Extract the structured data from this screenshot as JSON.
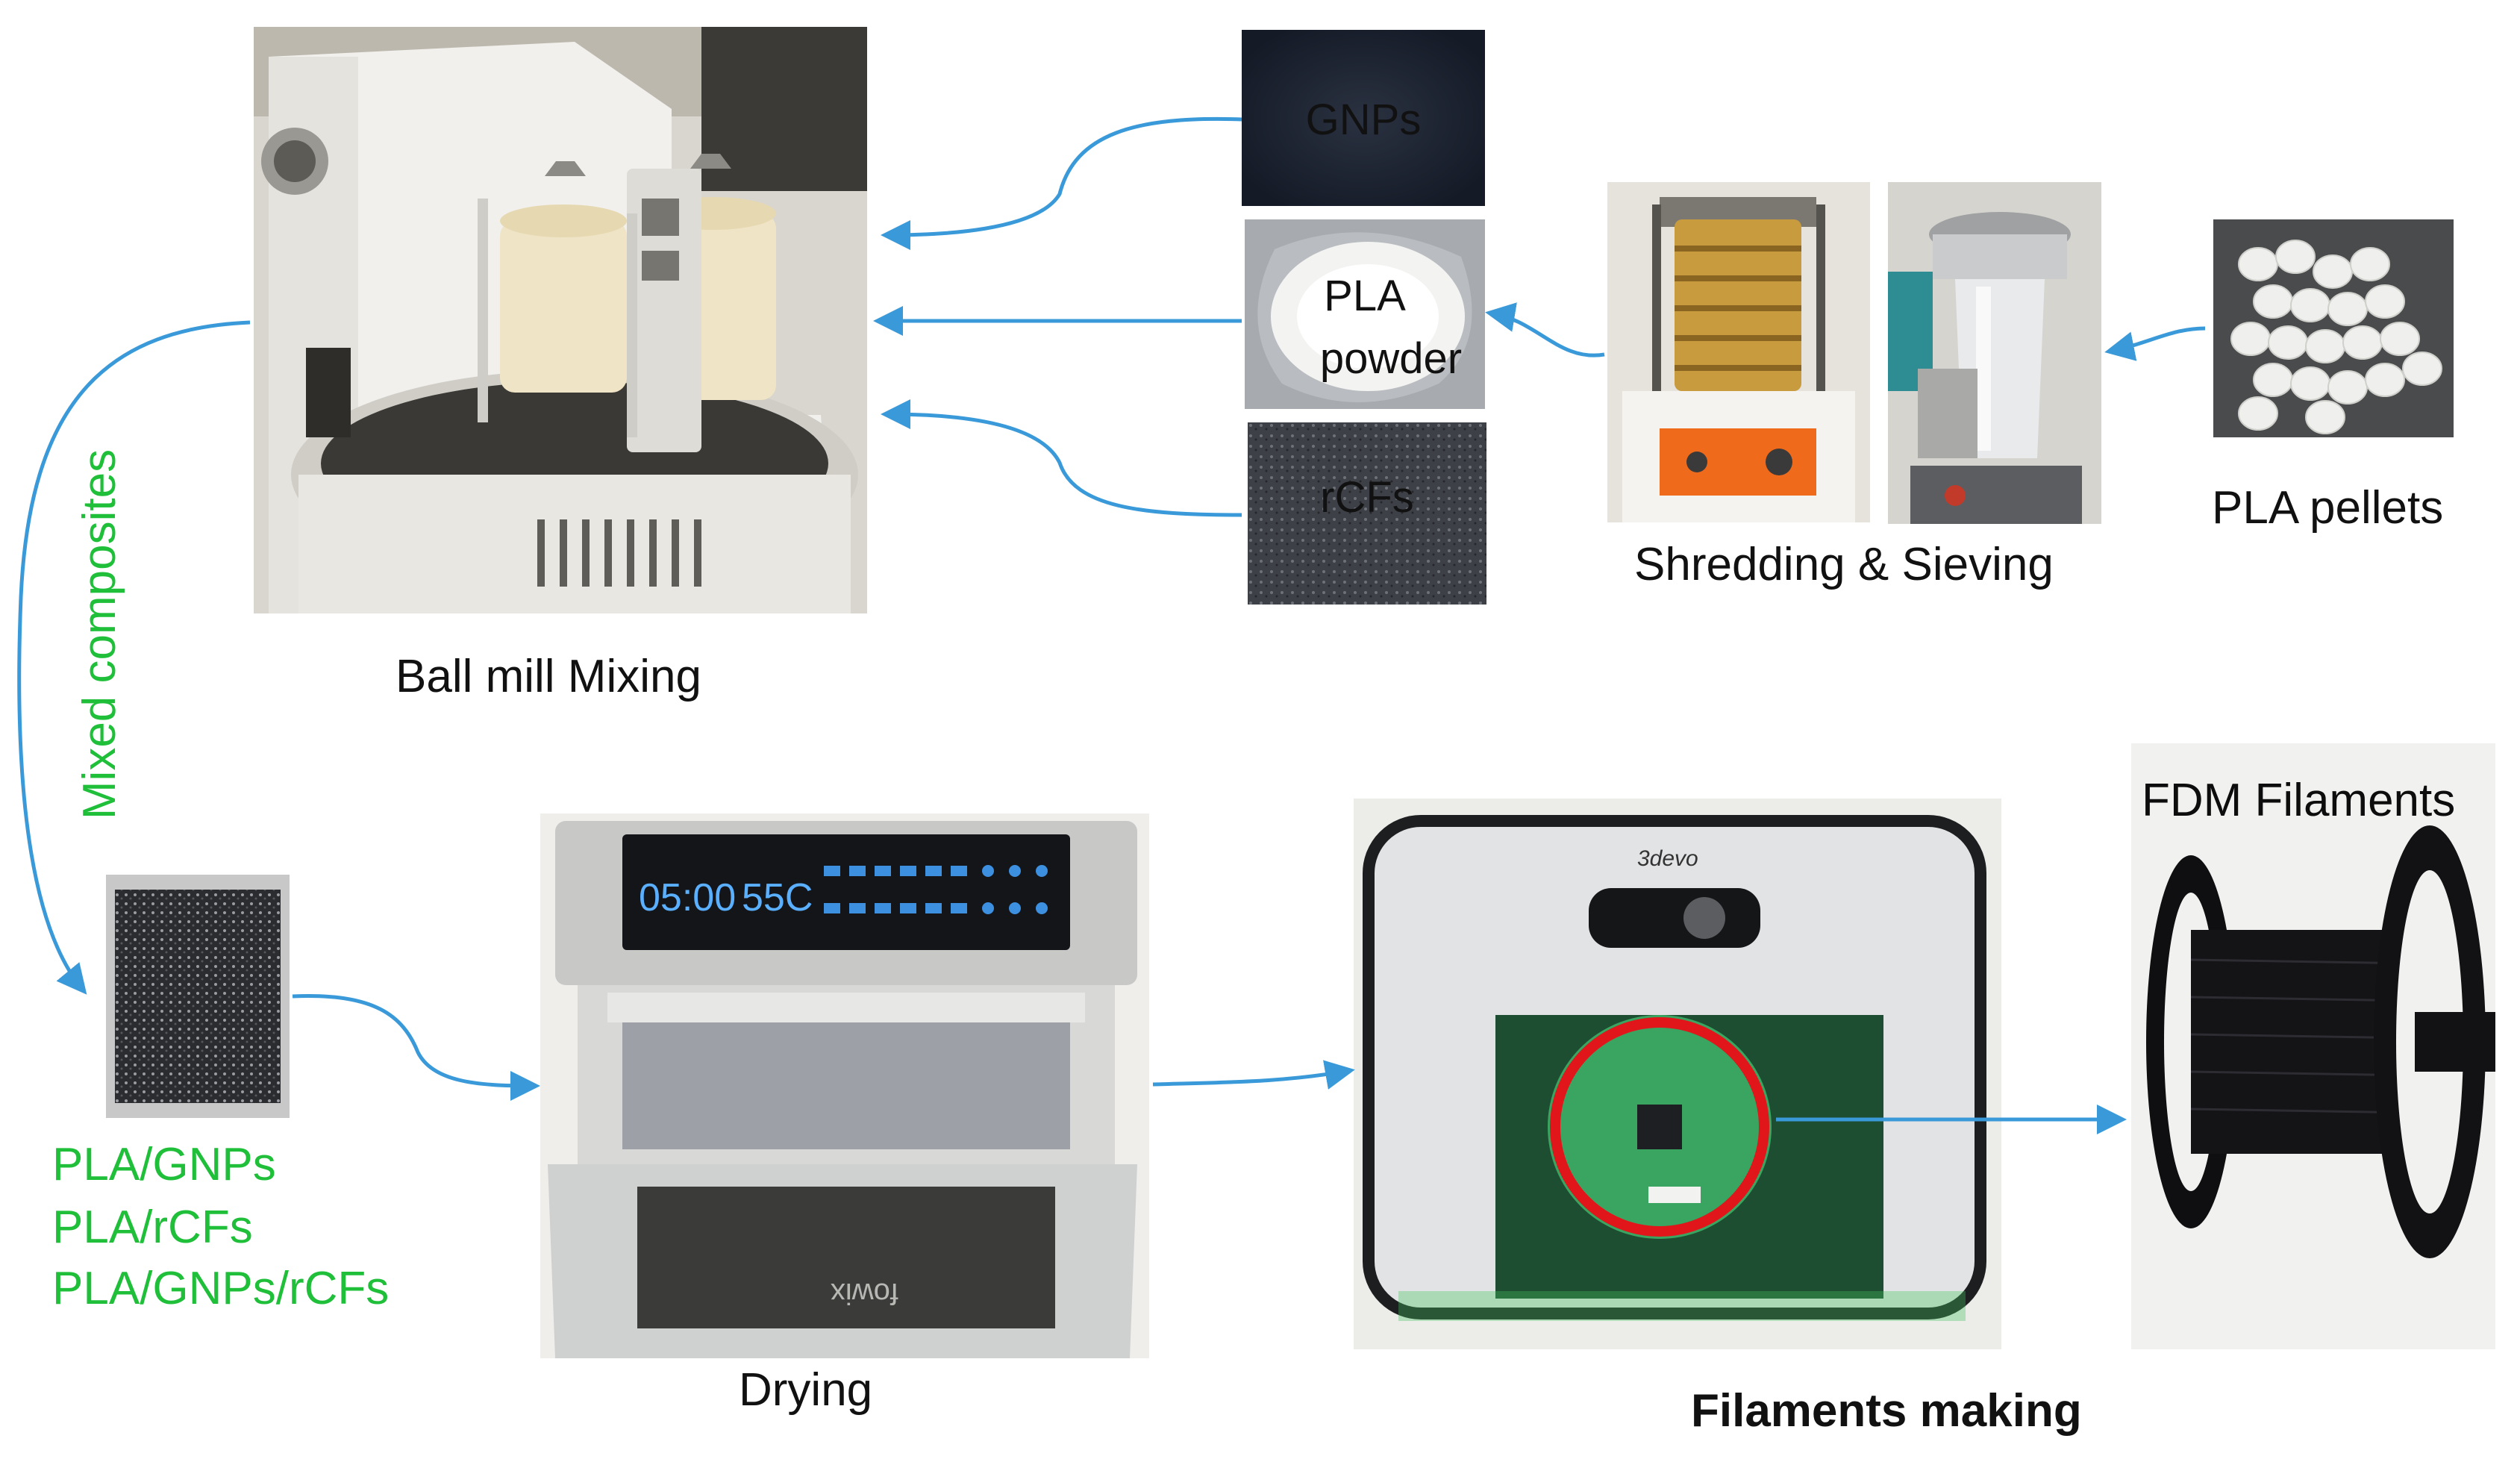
{
  "labels": {
    "ball_mill": "Ball mill Mixing",
    "gnps": "GNPs",
    "pla_powder_line1": "PLA",
    "pla_powder_line2": "powder",
    "rcfs": "rCFs",
    "shredding": "Shredding & Sieving",
    "pla_pellets": "PLA pellets",
    "mixed_composites": "Mixed composites",
    "composite_1": "PLA/GNPs",
    "composite_2": "PLA/rCFs",
    "composite_3": "PLA/GNPs/rCFs",
    "drying": "Drying",
    "filaments_making": "Filaments making",
    "fdm_filaments": "FDM Filaments"
  },
  "oven_display": {
    "time": "05:00",
    "temp": "55C",
    "brand": "fowix"
  },
  "extruder_brand": "3devo",
  "colors": {
    "arrow": "#3a9ad9",
    "green_text": "#1fbf3a",
    "highlight_ring": "#e0161b"
  }
}
